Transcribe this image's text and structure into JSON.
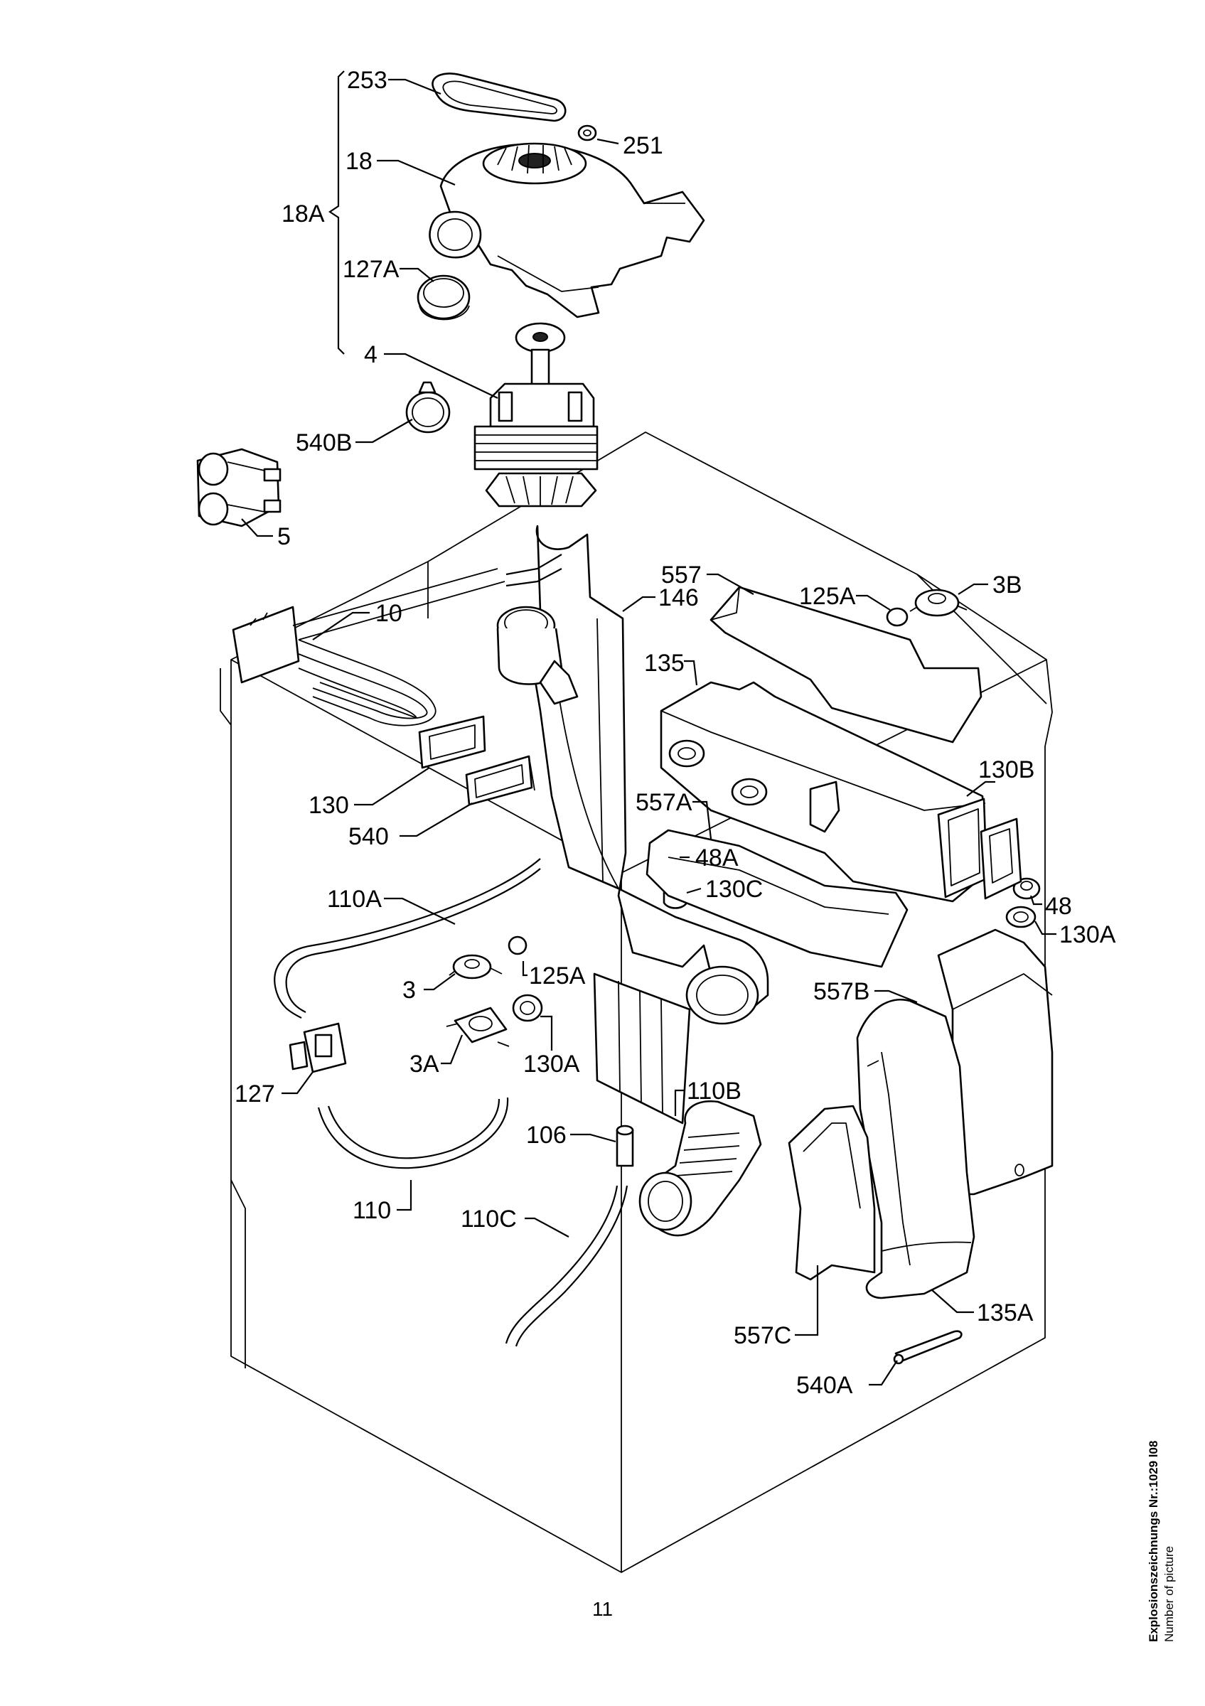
{
  "labels": [
    {
      "id": "253",
      "text": "253"
    },
    {
      "id": "251",
      "text": "251"
    },
    {
      "id": "18",
      "text": "18"
    },
    {
      "id": "18A",
      "text": "18A"
    },
    {
      "id": "127A",
      "text": "127A"
    },
    {
      "id": "4",
      "text": "4"
    },
    {
      "id": "540B",
      "text": "540B"
    },
    {
      "id": "5",
      "text": "5"
    },
    {
      "id": "557",
      "text": "557"
    },
    {
      "id": "146",
      "text": "146"
    },
    {
      "id": "125A_top",
      "text": "125A"
    },
    {
      "id": "3B",
      "text": "3B"
    },
    {
      "id": "10",
      "text": "10"
    },
    {
      "id": "135",
      "text": "135"
    },
    {
      "id": "130B",
      "text": "130B"
    },
    {
      "id": "130",
      "text": "130"
    },
    {
      "id": "557A",
      "text": "557A"
    },
    {
      "id": "540",
      "text": "540"
    },
    {
      "id": "48A",
      "text": "48A"
    },
    {
      "id": "130C",
      "text": "130C"
    },
    {
      "id": "48",
      "text": "48"
    },
    {
      "id": "130A_right",
      "text": "130A"
    },
    {
      "id": "110A",
      "text": "110A"
    },
    {
      "id": "125A_mid",
      "text": "125A"
    },
    {
      "id": "3",
      "text": "3"
    },
    {
      "id": "557B",
      "text": "557B"
    },
    {
      "id": "3A",
      "text": "3A"
    },
    {
      "id": "130A_mid",
      "text": "130A"
    },
    {
      "id": "127",
      "text": "127"
    },
    {
      "id": "110B",
      "text": "110B"
    },
    {
      "id": "106",
      "text": "106"
    },
    {
      "id": "110",
      "text": "110"
    },
    {
      "id": "110C",
      "text": "110C"
    },
    {
      "id": "135A",
      "text": "135A"
    },
    {
      "id": "557C",
      "text": "557C"
    },
    {
      "id": "540A",
      "text": "540A"
    }
  ],
  "page_number": "11",
  "side_note": {
    "line1": "Explosionszeichnungs Nr.:1029 l08",
    "line2": "Number of picture"
  }
}
